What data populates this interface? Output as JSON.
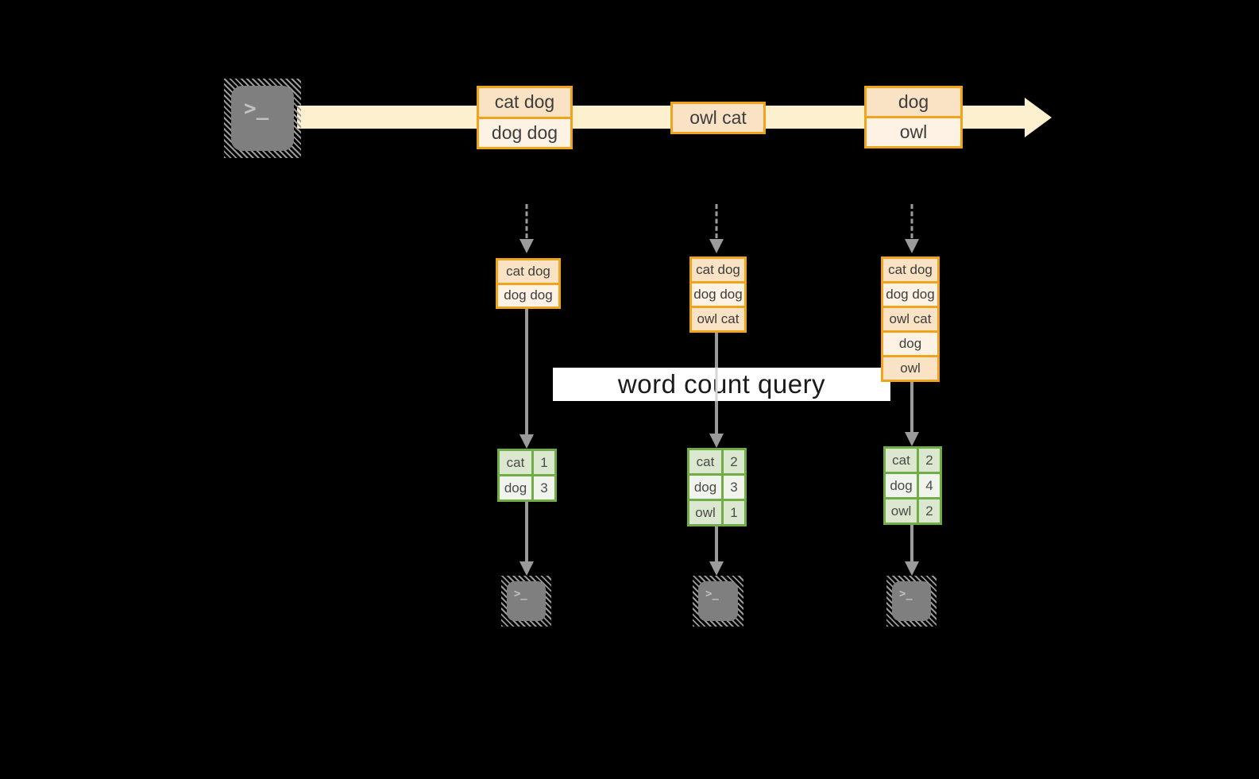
{
  "colors": {
    "background": "#000000",
    "stream_band": "#FCF0CE",
    "orange_border": "#F0A41E",
    "record_fill_dark": "#FAE2C5",
    "record_fill_light": "#FDF2E4",
    "green_border": "#70AD47",
    "count_fill_dark": "#DBE8CF",
    "count_fill_light": "#F0F4EC",
    "arrow_gray": "#9B9B9B",
    "terminal_gray": "#7F7F7F",
    "query_label_bg": "#FFFFFF"
  },
  "terminal": {
    "glyph": ">_"
  },
  "query_label": {
    "text": "word count query"
  },
  "stream": {
    "batches": [
      {
        "rows": [
          "cat dog",
          "dog dog"
        ]
      },
      {
        "rows": [
          "owl cat"
        ]
      },
      {
        "rows": [
          "dog",
          "owl"
        ]
      }
    ]
  },
  "columns": [
    {
      "state_rows": [
        "cat dog",
        "dog dog"
      ],
      "counts": [
        {
          "word": "cat",
          "count": "1"
        },
        {
          "word": "dog",
          "count": "3"
        }
      ]
    },
    {
      "state_rows": [
        "cat dog",
        "dog dog",
        "owl cat"
      ],
      "counts": [
        {
          "word": "cat",
          "count": "2"
        },
        {
          "word": "dog",
          "count": "3"
        },
        {
          "word": "owl",
          "count": "1"
        }
      ]
    },
    {
      "state_rows": [
        "cat dog",
        "dog dog",
        "owl cat",
        "dog",
        "owl"
      ],
      "counts": [
        {
          "word": "cat",
          "count": "2"
        },
        {
          "word": "dog",
          "count": "4"
        },
        {
          "word": "owl",
          "count": "2"
        }
      ]
    }
  ]
}
